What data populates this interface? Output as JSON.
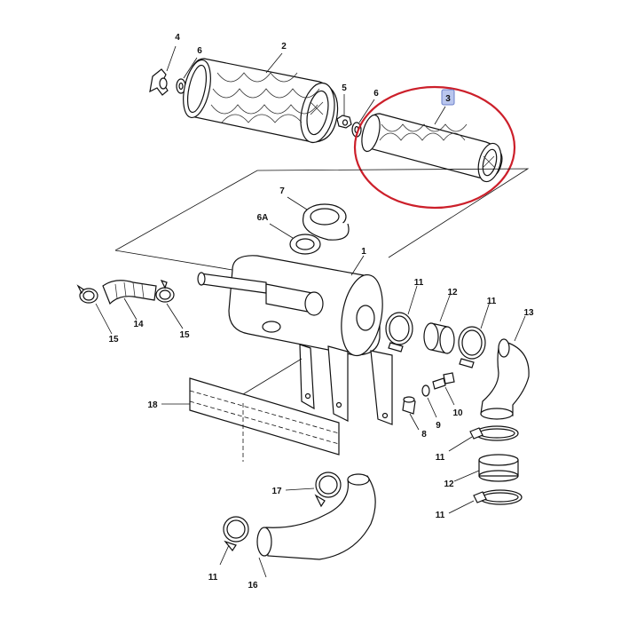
{
  "highlight": {
    "color": "#cc1f2a",
    "selected_callout": "3",
    "badge_fill": "#b9c6ee",
    "badge_stroke": "#6a7fc9"
  },
  "callouts": {
    "c1": "1",
    "c2": "2",
    "c3": "3",
    "c4": "4",
    "c5": "5",
    "c6_top_left": "6",
    "c6_top_right": "6",
    "c6a": "6A",
    "c7": "7",
    "c8": "8",
    "c9": "9",
    "c10": "10",
    "c11_clamp_left": "11",
    "c11_clamp_right": "11",
    "c11_lower_1": "11",
    "c11_lower_2": "11",
    "c11_bottom_left": "11",
    "c12_upper": "12",
    "c12_lower": "12",
    "c13": "13",
    "c14": "14",
    "c15_left": "15",
    "c15_right": "15",
    "c16": "16",
    "c17": "17",
    "c18": "18"
  }
}
